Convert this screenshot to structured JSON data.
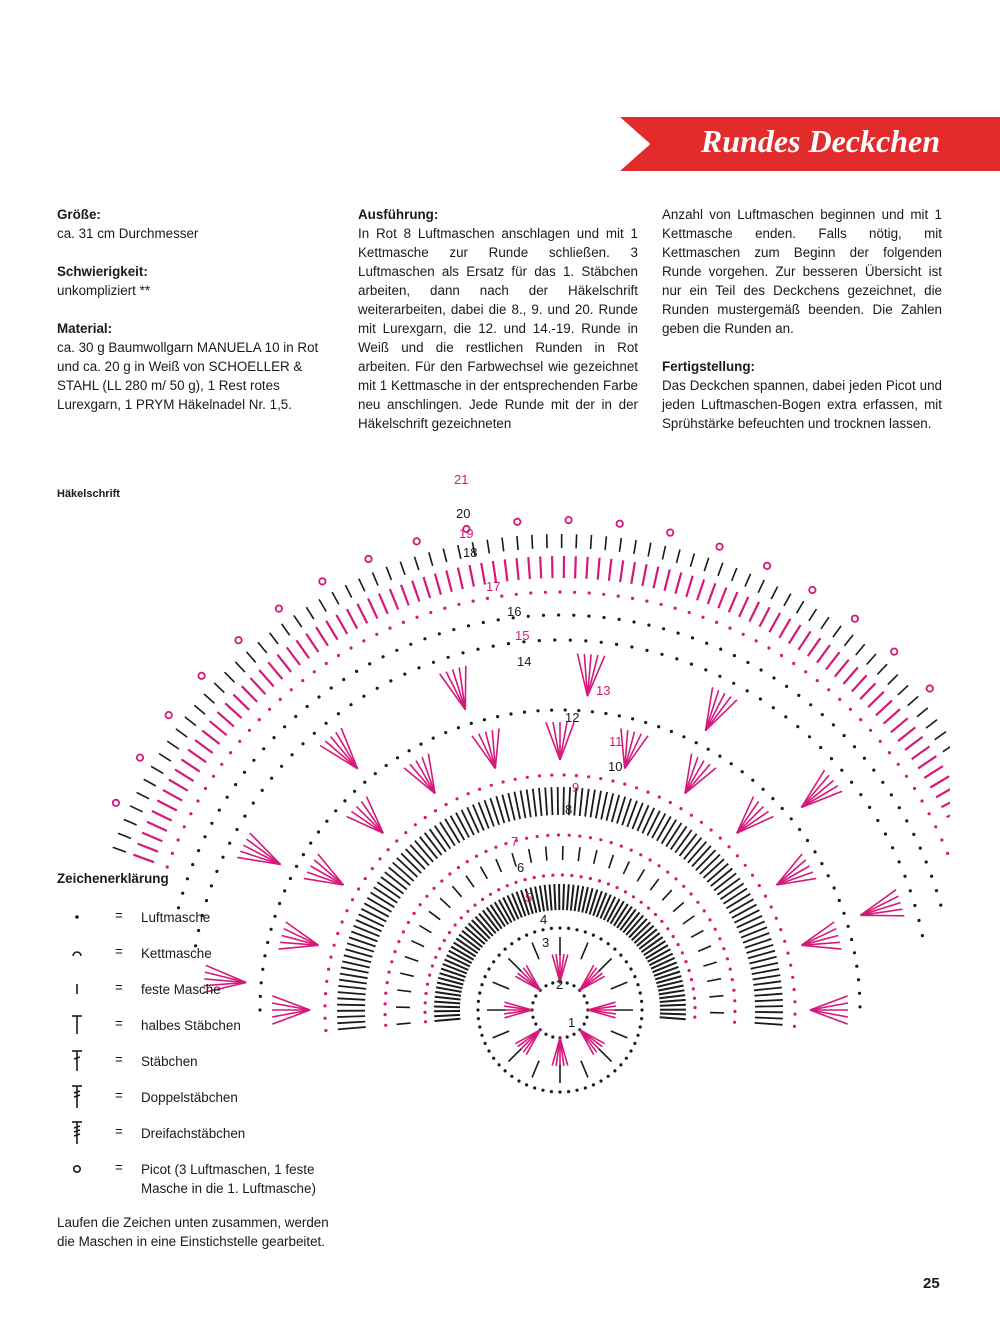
{
  "header": {
    "title": "Rundes Deckchen"
  },
  "info": [
    {
      "heading": "Größe:",
      "text": "ca. 31 cm Durchmesser"
    },
    {
      "heading": "Schwierigkeit:",
      "text": "unkompliziert **"
    },
    {
      "heading": "Material:",
      "text": "ca. 30 g Baumwollgarn MANUELA 10 in Rot und ca. 20 g in Weiß von SCHOELLER & STAHL (LL 280 m/ 50 g), 1 Rest rotes Lurexgarn, 1 PRYM Häkelnadel Nr. 1,5."
    }
  ],
  "ausfuehrung": {
    "heading": "Ausführung:",
    "text": "In Rot 8 Luftmaschen anschlagen und mit 1 Kettmasche zur Runde schließen. 3 Luftmaschen als Ersatz für das 1. Stäbchen arbeiten, dann nach der Häkelschrift weiterarbeiten, dabei die 8., 9. und 20. Runde mit Lurexgarn, die 12. und 14.-19. Runde in Weiß und die restlichen Runden in Rot arbeiten. Für den Farbwechsel wie gezeichnet mit 1 Kettmasche in der entsprechenden Farbe neu anschlingen. Jede Runde mit der in der Häkelschrift gezeichneten Anzahl von Luftmaschen beginnen und mit 1 Kettmasche enden. Falls nötig, mit Kettmaschen zum Beginn der folgenden Runde vorgehen. Zur besseren Übersicht ist nur ein Teil des Deckchens gezeichnet, die Runden mustergemäß beenden. Die Zahlen geben die Runden an."
  },
  "fertigstellung": {
    "heading": "Fertigstellung:",
    "text": "Das Deckchen spannen, dabei jeden Picot und jeden Luftmaschen-Bogen extra erfassen, mit Sprühstärke befeuchten und trocknen lassen."
  },
  "diagram": {
    "label": "Häkelschrift",
    "round_numbers": [
      "1",
      "2",
      "3",
      "4",
      "5",
      "6",
      "7",
      "8",
      "9",
      "10",
      "11",
      "12",
      "13",
      "14",
      "15",
      "16",
      "17",
      "18",
      "19",
      "20",
      "21"
    ],
    "colors": {
      "red": "#d6187a",
      "black": "#1a1a1a"
    }
  },
  "legend": {
    "title": "Zeichenerklärung",
    "equals": "=",
    "items": [
      {
        "icon": "chain-stitch-icon",
        "meaning": "Luftmasche"
      },
      {
        "icon": "slip-stitch-icon",
        "meaning": "Kettmasche"
      },
      {
        "icon": "single-crochet-icon",
        "meaning": "feste Masche"
      },
      {
        "icon": "half-double-crochet-icon",
        "meaning": "halbes Stäbchen"
      },
      {
        "icon": "double-crochet-icon",
        "meaning": "Stäbchen"
      },
      {
        "icon": "treble-crochet-icon",
        "meaning": "Doppelstäbchen"
      },
      {
        "icon": "double-treble-crochet-icon",
        "meaning": "Dreifachstäbchen"
      },
      {
        "icon": "picot-icon",
        "meaning": "Picot (3 Luftmaschen, 1 feste Masche in die 1. Luftmasche)"
      }
    ],
    "footnote": "Laufen die Zeichen unten zusammen, werden die Maschen in eine Einstichstelle gearbeitet."
  },
  "page_number": "25"
}
